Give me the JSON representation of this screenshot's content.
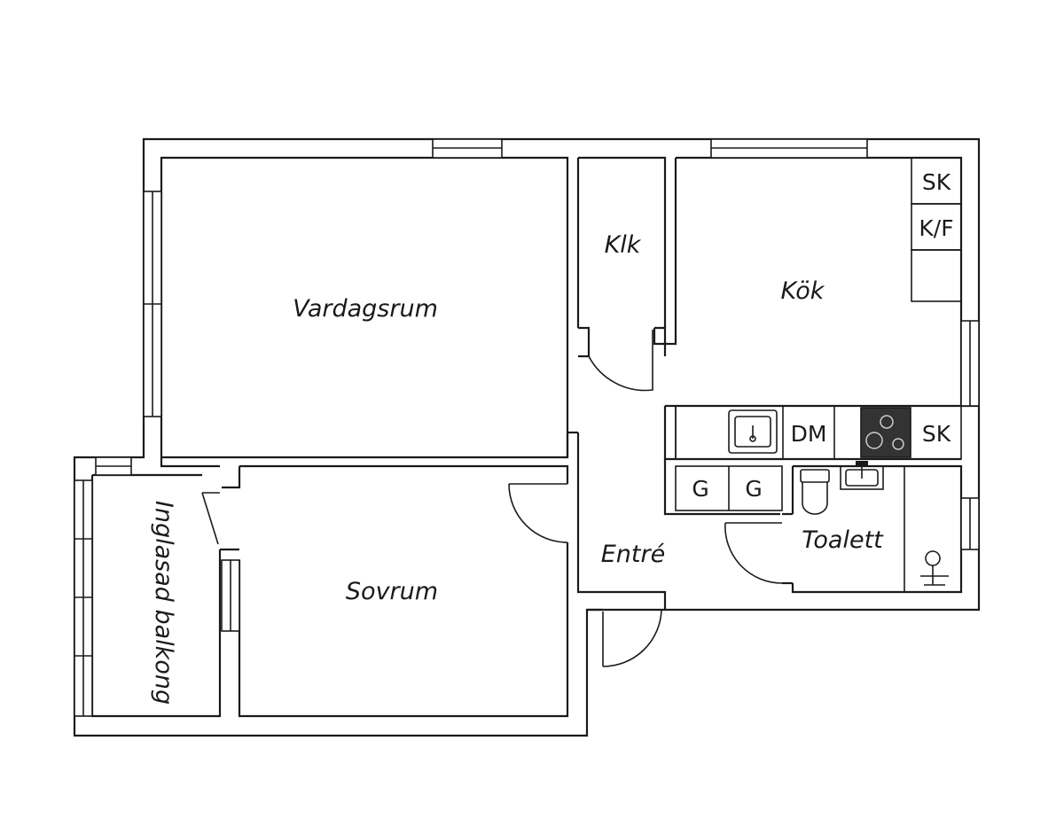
{
  "rooms": {
    "vardagsrum": "Vardagsrum",
    "klk": "Klk",
    "kok": "Kök",
    "sovrum": "Sovrum",
    "entre": "Entré",
    "toalett": "Toalett",
    "balkong": "Inglasad balkong"
  },
  "fixtures": {
    "sk_top": "SK",
    "kf": "K/F",
    "dm": "DM",
    "sk_counter": "SK",
    "g1": "G",
    "g2": "G"
  },
  "colors": {
    "line": "#1a1a1a",
    "stove": "#333333",
    "background": "#ffffff"
  }
}
